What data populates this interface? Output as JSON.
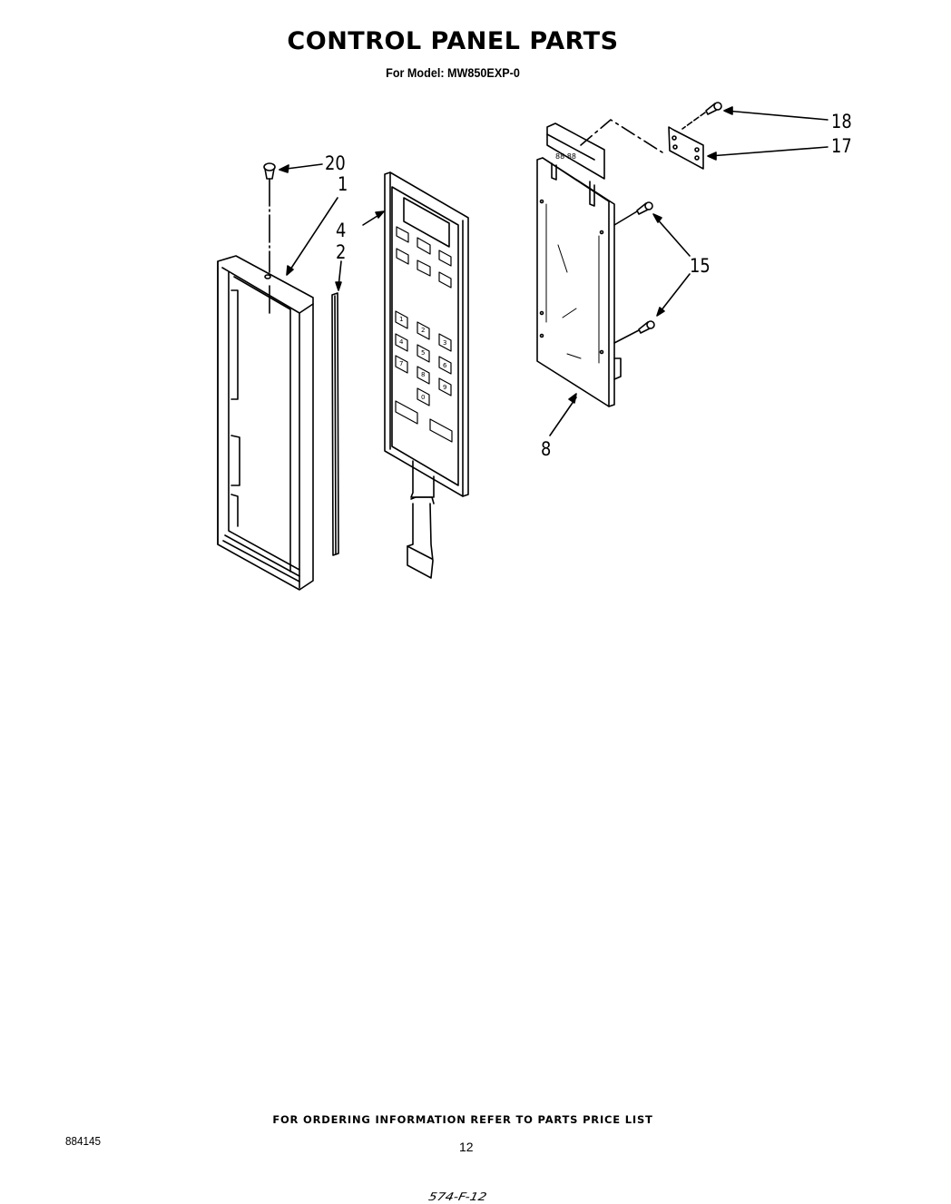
{
  "header": {
    "title": "CONTROL PANEL PARTS",
    "subtitle": "For Model: MW850EXP-0"
  },
  "diagram": {
    "parts": [
      {
        "ref": "1",
        "name": "frame",
        "label": "1"
      },
      {
        "ref": "2",
        "name": "trim-strip",
        "label": "2"
      },
      {
        "ref": "4",
        "name": "keypad-membrane",
        "label": "4"
      },
      {
        "ref": "8",
        "name": "control-board",
        "label": "8"
      },
      {
        "ref": "15",
        "name": "board-screws",
        "label": "15"
      },
      {
        "ref": "17",
        "name": "bracket",
        "label": "17"
      },
      {
        "ref": "18",
        "name": "bracket-screw",
        "label": "18"
      },
      {
        "ref": "20",
        "name": "frame-screw",
        "label": "20"
      }
    ],
    "keypad_keys": [
      "1",
      "2",
      "3",
      "4",
      "5",
      "6",
      "7",
      "8",
      "9",
      "0"
    ],
    "display_digits": "88 88"
  },
  "footer": {
    "ordering_note": "FOR ORDERING INFORMATION REFER TO PARTS PRICE LIST",
    "doc_number": "884145",
    "page_number": "12",
    "handwritten_note": "574-F-12"
  }
}
